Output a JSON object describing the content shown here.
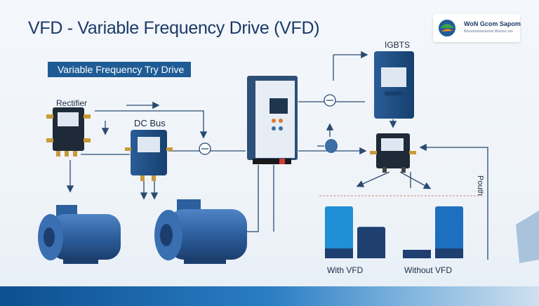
{
  "header": {
    "title": "VFD - Variable Frequency Drive (VFD)"
  },
  "logo": {
    "name": "WoN Gcom Sapom",
    "tagline": "Wxxxxxxxxxxxxxxx Wxxxxx xxx"
  },
  "banner": {
    "label": "Variable Frequency Try Drive"
  },
  "diagram": {
    "labels": {
      "rectifier": "Rectifier",
      "dc_bus": "DC Bus",
      "igbts": "IGBTS",
      "power": "Pouth",
      "with_vfd": "With VFD",
      "without_vfd": "Without VFD"
    },
    "colors": {
      "accent": "#1f5c96",
      "bar_light": "#1f8fd6",
      "bar_dark": "#1e3f6f",
      "line": "#2a4a70"
    }
  },
  "chart_data": {
    "type": "bar",
    "categories": [
      "With VFD",
      "Without VFD"
    ],
    "series": [
      {
        "values": [
          0.86,
          0.14
        ]
      },
      {
        "values": [
          0.52,
          0.86
        ]
      }
    ],
    "ylim": [
      0,
      1
    ]
  }
}
